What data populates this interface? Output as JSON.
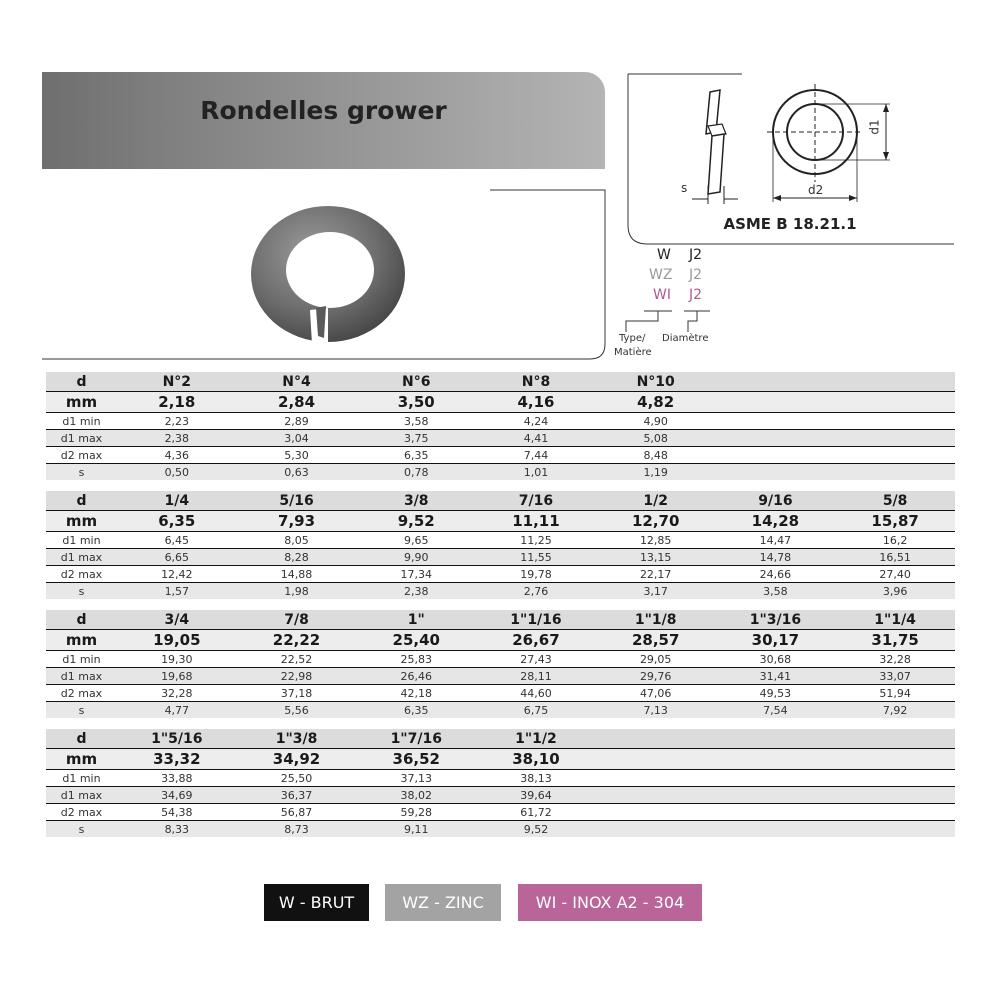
{
  "header": {
    "title": "Rondelles grower"
  },
  "spec": {
    "standard": "ASME B 18.21.1",
    "dim_s": "s",
    "dim_d1": "d1",
    "dim_d2": "d2"
  },
  "codes": {
    "rows": [
      {
        "type": "W",
        "dia": "J2"
      },
      {
        "type": "WZ",
        "dia": "J2"
      },
      {
        "type": "WI",
        "dia": "J2"
      }
    ],
    "type_label": "Type/",
    "matiere_label": "Matière",
    "diametre_label": "Diamètre"
  },
  "table": {
    "row_labels": {
      "d": "d",
      "mm": "mm",
      "d1min": "d1 min",
      "d1max": "d1 max",
      "d2max": "d2 max",
      "s": "s"
    },
    "blocks": [
      {
        "d": [
          "N°2",
          "N°4",
          "N°6",
          "N°8",
          "N°10",
          "",
          ""
        ],
        "mm": [
          "2,18",
          "2,84",
          "3,50",
          "4,16",
          "4,82",
          "",
          ""
        ],
        "d1min": [
          "2,23",
          "2,89",
          "3,58",
          "4,24",
          "4,90",
          "",
          ""
        ],
        "d1max": [
          "2,38",
          "3,04",
          "3,75",
          "4,41",
          "5,08",
          "",
          ""
        ],
        "d2max": [
          "4,36",
          "5,30",
          "6,35",
          "7,44",
          "8,48",
          "",
          ""
        ],
        "s": [
          "0,50",
          "0,63",
          "0,78",
          "1,01",
          "1,19",
          "",
          ""
        ]
      },
      {
        "d": [
          "1/4",
          "5/16",
          "3/8",
          "7/16",
          "1/2",
          "9/16",
          "5/8"
        ],
        "mm": [
          "6,35",
          "7,93",
          "9,52",
          "11,11",
          "12,70",
          "14,28",
          "15,87"
        ],
        "d1min": [
          "6,45",
          "8,05",
          "9,65",
          "11,25",
          "12,85",
          "14,47",
          "16,2"
        ],
        "d1max": [
          "6,65",
          "8,28",
          "9,90",
          "11,55",
          "13,15",
          "14,78",
          "16,51"
        ],
        "d2max": [
          "12,42",
          "14,88",
          "17,34",
          "19,78",
          "22,17",
          "24,66",
          "27,40"
        ],
        "s": [
          "1,57",
          "1,98",
          "2,38",
          "2,76",
          "3,17",
          "3,58",
          "3,96"
        ]
      },
      {
        "d": [
          "3/4",
          "7/8",
          "1\"",
          "1\"1/16",
          "1\"1/8",
          "1\"3/16",
          "1\"1/4"
        ],
        "mm": [
          "19,05",
          "22,22",
          "25,40",
          "26,67",
          "28,57",
          "30,17",
          "31,75"
        ],
        "d1min": [
          "19,30",
          "22,52",
          "25,83",
          "27,43",
          "29,05",
          "30,68",
          "32,28"
        ],
        "d1max": [
          "19,68",
          "22,98",
          "26,46",
          "28,11",
          "29,76",
          "31,41",
          "33,07"
        ],
        "d2max": [
          "32,28",
          "37,18",
          "42,18",
          "44,60",
          "47,06",
          "49,53",
          "51,94"
        ],
        "s": [
          "4,77",
          "5,56",
          "6,35",
          "6,75",
          "7,13",
          "7,54",
          "7,92"
        ]
      },
      {
        "d": [
          "1\"5/16",
          "1\"3/8",
          "1\"7/16",
          "1\"1/2",
          "",
          "",
          ""
        ],
        "mm": [
          "33,32",
          "34,92",
          "36,52",
          "38,10",
          "",
          "",
          ""
        ],
        "d1min": [
          "33,88",
          "25,50",
          "37,13",
          "38,13",
          "",
          "",
          ""
        ],
        "d1max": [
          "34,69",
          "36,37",
          "38,02",
          "39,64",
          "",
          "",
          ""
        ],
        "d2max": [
          "54,38",
          "56,87",
          "59,28",
          "61,72",
          "",
          "",
          ""
        ],
        "s": [
          "8,33",
          "8,73",
          "9,11",
          "9,52",
          "",
          "",
          ""
        ]
      }
    ]
  },
  "legend": [
    {
      "label": "W - BRUT",
      "color": "#111111"
    },
    {
      "label": "WZ - ZINC",
      "color": "#a3a3a3"
    },
    {
      "label": "WI - INOX A2 - 304",
      "color": "#b9659a"
    }
  ],
  "colors": {
    "wz": "#9a9a9a",
    "wi": "#b05b95"
  }
}
